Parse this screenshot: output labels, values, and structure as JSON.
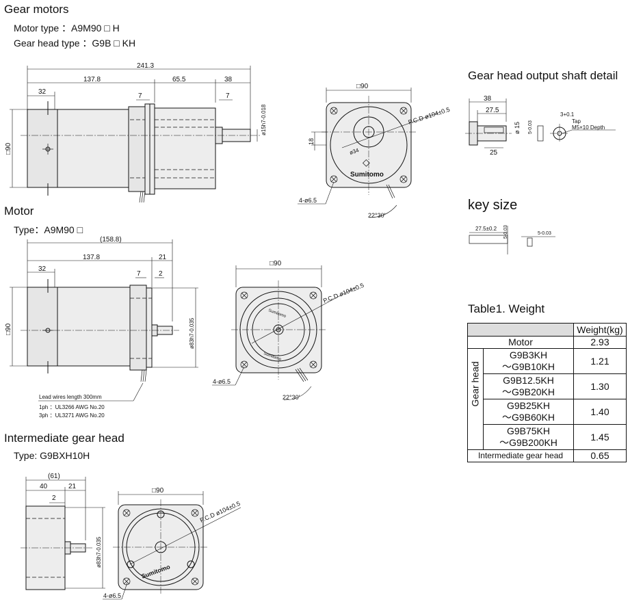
{
  "sections": {
    "gear_motors": {
      "title": "Gear motors",
      "motor_type": "Motor type ：A9M90 □ H",
      "gear_head_type": "Gear head type ：G9B □ KH",
      "dims": {
        "d241_3": "241.3",
        "d137_8": "137.8",
        "d65_5": "65.5",
        "d38": "38",
        "d32": "32",
        "d7a": "7",
        "d7b": "7",
        "sq90_side": "□90",
        "shaft": "ø15h7-0.018",
        "sq90_front": "□90",
        "pcd": "P.C.D ø104±0.5",
        "d18": "18",
        "d34": "ø34",
        "holes": "4-ø6.5",
        "angle": "22°30'"
      },
      "logo": "Sumitomo"
    },
    "motor": {
      "title": "Motor",
      "type": "Type：A9M90 □",
      "dims": {
        "d158_8": "(158.8)",
        "d137_8": "137.8",
        "d21": "21",
        "d32": "32",
        "d7": "7",
        "d2": "2",
        "sq90_side": "□90",
        "shaft": "ø83h7-0.035",
        "sq90_front": "□90",
        "pcd": "P.C.D ø104±0.5",
        "holes": "4-ø6.5",
        "angle": "22°30'"
      },
      "lead_wires": "Lead wires length 300mm",
      "wire_1ph": "1ph ：UL3266 AWG No.20",
      "wire_3ph": "3ph ：UL3271 AWG No.20",
      "logo": "Sumitomo"
    },
    "intermediate": {
      "title": "Intermediate gear head",
      "type": "Type:  G9BXH10H",
      "dims": {
        "d61": "(61)",
        "d40": "40",
        "d21": "21",
        "d2": "2",
        "shaft": "ø83h7-0.035",
        "sq90_front": "□90",
        "pcd": "P.C.D ø104±0.5",
        "holes": "4-ø6.5"
      },
      "logo": "Sumitomo"
    },
    "shaft_detail": {
      "title": "Gear head output shaft detail",
      "dims": {
        "d38": "38",
        "d27_5": "27.5",
        "d15": "ø 15",
        "d5": "5-0.03",
        "d25": "25",
        "d3": "3+0.1",
        "tap": "Tap",
        "tap_size": "M5×10 Depth"
      }
    },
    "key_size": {
      "title": "key size",
      "dims": {
        "d27_5": "27.5±0.2",
        "d5a": "5-0.03",
        "d5b": "5-0.03"
      }
    },
    "weight_table": {
      "title": "Table1.  Weight",
      "header": "Weight(kg)",
      "motor_label": "Motor",
      "motor_value": "2.93",
      "gear_head_label": "Gear head",
      "rows": [
        {
          "l1": "G9B3KH",
          "l2": "～G9B10KH",
          "value": "1.21"
        },
        {
          "l1": "G9B12.5KH",
          "l2": "～G9B20KH",
          "value": "1.30"
        },
        {
          "l1": "G9B25KH",
          "l2": "～G9B60KH",
          "value": "1.40"
        },
        {
          "l1": "G9B75KH",
          "l2": "～G9B200KH",
          "value": "1.45"
        }
      ],
      "intermediate_label": "Intermediate gear head",
      "intermediate_value": "0.65"
    }
  }
}
